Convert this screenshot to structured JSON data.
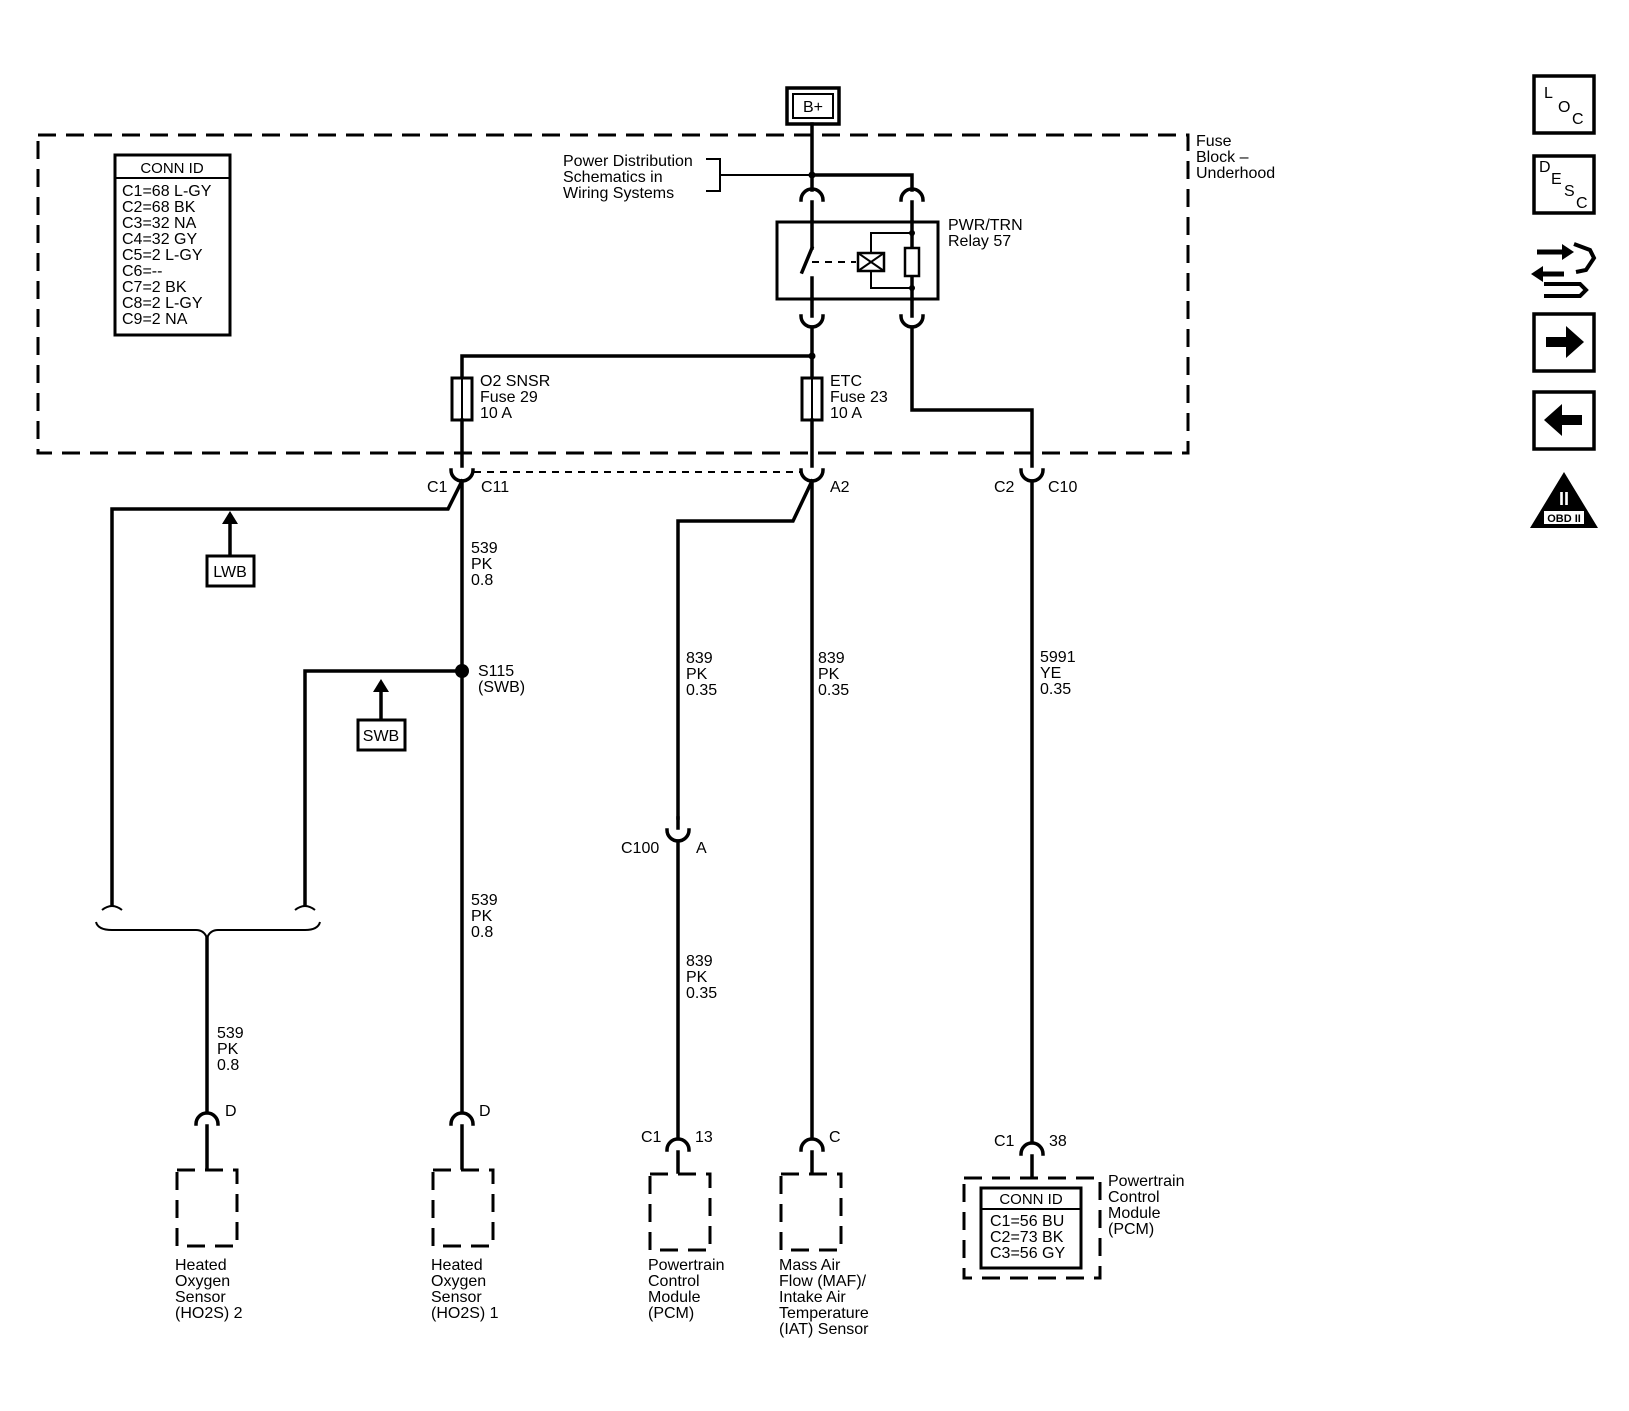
{
  "power": {
    "b_plus": "B+"
  },
  "fuse_block": {
    "label": [
      "Fuse",
      "Block –",
      "Underhood"
    ],
    "power_dist_note": [
      "Power Distribution",
      "Schematics in",
      "Wiring Systems"
    ],
    "conn_id": {
      "title": "CONN ID",
      "rows": [
        "C1=68 L-GY",
        "C2=68 BK",
        "C3=32 NA",
        "C4=32 GY",
        "C5=2 L-GY",
        "C6=--",
        "C7=2 BK",
        "C8=2 L-GY",
        "C9=2 NA"
      ]
    },
    "relay": {
      "label": [
        "PWR/TRN",
        "Relay 57"
      ]
    },
    "fuse_o2": {
      "label": [
        "O2 SNSR",
        "Fuse 29",
        "10 A"
      ]
    },
    "fuse_etc": {
      "label": [
        "ETC",
        "Fuse 23",
        "10 A"
      ]
    }
  },
  "connectors": {
    "c1": "C1",
    "c11": "C11",
    "a2": "A2",
    "c2": "C2",
    "c10": "C10",
    "c100": "C100",
    "c100_pin": "A",
    "ho2s2_pin": "D",
    "ho2s1_pin": "D",
    "pcm1_conn": "C1",
    "pcm1_pin": "13",
    "maf_pin": "C",
    "pcm2_conn": "C1",
    "pcm2_pin": "38"
  },
  "splice": {
    "label": [
      "S115",
      "(SWB)"
    ]
  },
  "refs": {
    "lwb": "LWB",
    "swb": "SWB"
  },
  "wires": {
    "w539_top": [
      "539",
      "PK",
      "0.8"
    ],
    "w539_mid": [
      "539",
      "PK",
      "0.8"
    ],
    "w539_low": [
      "539",
      "PK",
      "0.8"
    ],
    "w839_a": [
      "839",
      "PK",
      "0.35"
    ],
    "w839_b": [
      "839",
      "PK",
      "0.35"
    ],
    "w839_c": [
      "839",
      "PK",
      "0.35"
    ],
    "w5991": [
      "5991",
      "YE",
      "0.35"
    ]
  },
  "components": {
    "ho2s2": [
      "Heated",
      "Oxygen",
      "Sensor",
      "(HO2S) 2"
    ],
    "ho2s1": [
      "Heated",
      "Oxygen",
      "Sensor",
      "(HO2S) 1"
    ],
    "pcm": [
      "Powertrain",
      "Control",
      "Module",
      "(PCM)"
    ],
    "maf": [
      "Mass Air",
      "Flow (MAF)/",
      "Intake Air",
      "Temperature",
      "(IAT) Sensor"
    ],
    "pcm2": [
      "Powertrain",
      "Control",
      "Module",
      "(PCM)"
    ],
    "pcm2_conn_id": {
      "title": "CONN ID",
      "rows": [
        "C1=56 BU",
        "C2=73 BK",
        "C3=56 GY"
      ]
    }
  },
  "nav_icons": {
    "loc": [
      "L",
      "O",
      "C"
    ],
    "desc": [
      "D",
      "E",
      "S",
      "C"
    ],
    "obd": {
      "numeral": "II",
      "text": "OBD II"
    },
    "items": [
      "loc-icon",
      "desc-icon",
      "wrench-swap-icon",
      "arrow-right-icon",
      "arrow-left-icon",
      "obd-ii-icon"
    ]
  }
}
